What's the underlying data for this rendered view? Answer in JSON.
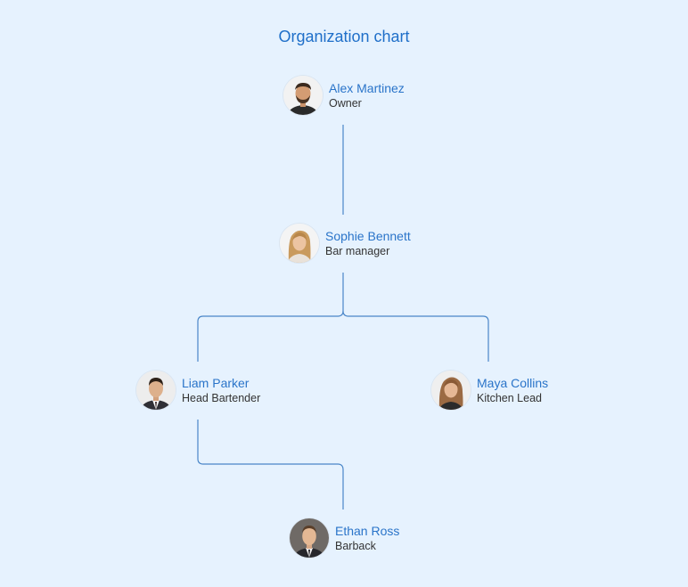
{
  "title": "Organization chart",
  "colors": {
    "background": "#e6f2fe",
    "accent": "#2a74c9",
    "connector": "#4a86c8",
    "role_text": "#333333"
  },
  "nodes": [
    {
      "name": "Alex Martinez",
      "role": "Owner"
    },
    {
      "name": "Sophie Bennett",
      "role": "Bar manager"
    },
    {
      "name": "Liam Parker",
      "role": "Head Bartender"
    },
    {
      "name": "Maya Collins",
      "role": "Kitchen Lead"
    },
    {
      "name": "Ethan Ross",
      "role": "Barback"
    }
  ],
  "edges": [
    {
      "from": "Alex Martinez",
      "to": "Sophie Bennett"
    },
    {
      "from": "Sophie Bennett",
      "to": "Liam Parker"
    },
    {
      "from": "Sophie Bennett",
      "to": "Maya Collins"
    },
    {
      "from": "Liam Parker",
      "to": "Ethan Ross"
    }
  ]
}
